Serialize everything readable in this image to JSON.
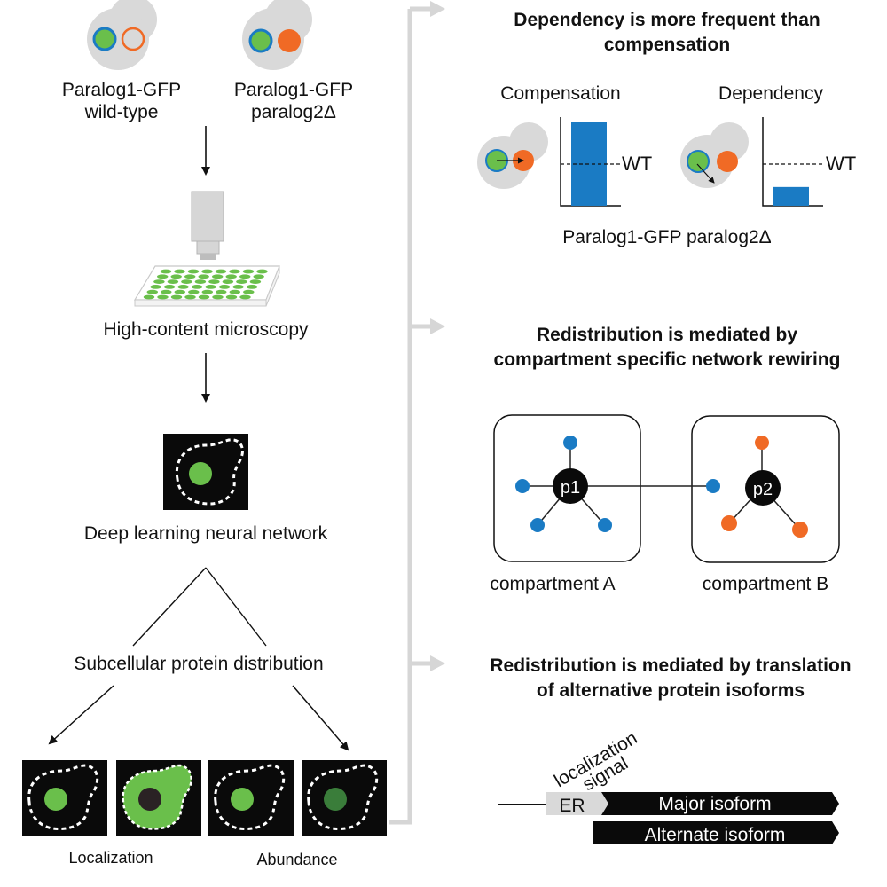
{
  "colors": {
    "green": "#6abf4b",
    "dark_green": "#3a7d3a",
    "orange": "#f06a25",
    "blue": "#1a7bc4",
    "cell_gray": "#d9d9d9",
    "connector_gray": "#d6d6d6",
    "panel_black": "#0a0a0a",
    "er_gray": "#d9d9d9"
  },
  "left": {
    "strain_wt": {
      "line1": "Paralog1-GFP",
      "line2": "wild-type"
    },
    "strain_del": {
      "line1": "Paralog1-GFP",
      "line2": "paralog2Δ"
    },
    "microscopy_label": "High-content microscopy",
    "nn_label": "Deep learning neural network",
    "distribution_label": "Subcellular protein distribution",
    "localization_label": "Localization",
    "abundance_label": "Abundance"
  },
  "panel1": {
    "title_line1": "Dependency is more frequent than",
    "title_line2": "compensation",
    "compensation_label": "Compensation",
    "dependency_label": "Dependency",
    "wt_label": "WT",
    "strain_label": "Paralog1-GFP paralog2Δ",
    "compensation_level_vs_wt": 2.0,
    "dependency_level_vs_wt": 0.45
  },
  "panel2": {
    "title_line1": "Redistribution is mediated by",
    "title_line2": "compartment specific network rewiring",
    "hub1": "p1",
    "hub2": "p2",
    "compartment_a": "compartment A",
    "compartment_b": "compartment B"
  },
  "panel3": {
    "title_line1": "Redistribution is mediated by translation",
    "title_line2": "of alternative protein isoforms",
    "signal_line1": "localization",
    "signal_line2": "signal",
    "er_label": "ER",
    "major_label": "Major isoform",
    "alternate_label": "Alternate isoform"
  }
}
